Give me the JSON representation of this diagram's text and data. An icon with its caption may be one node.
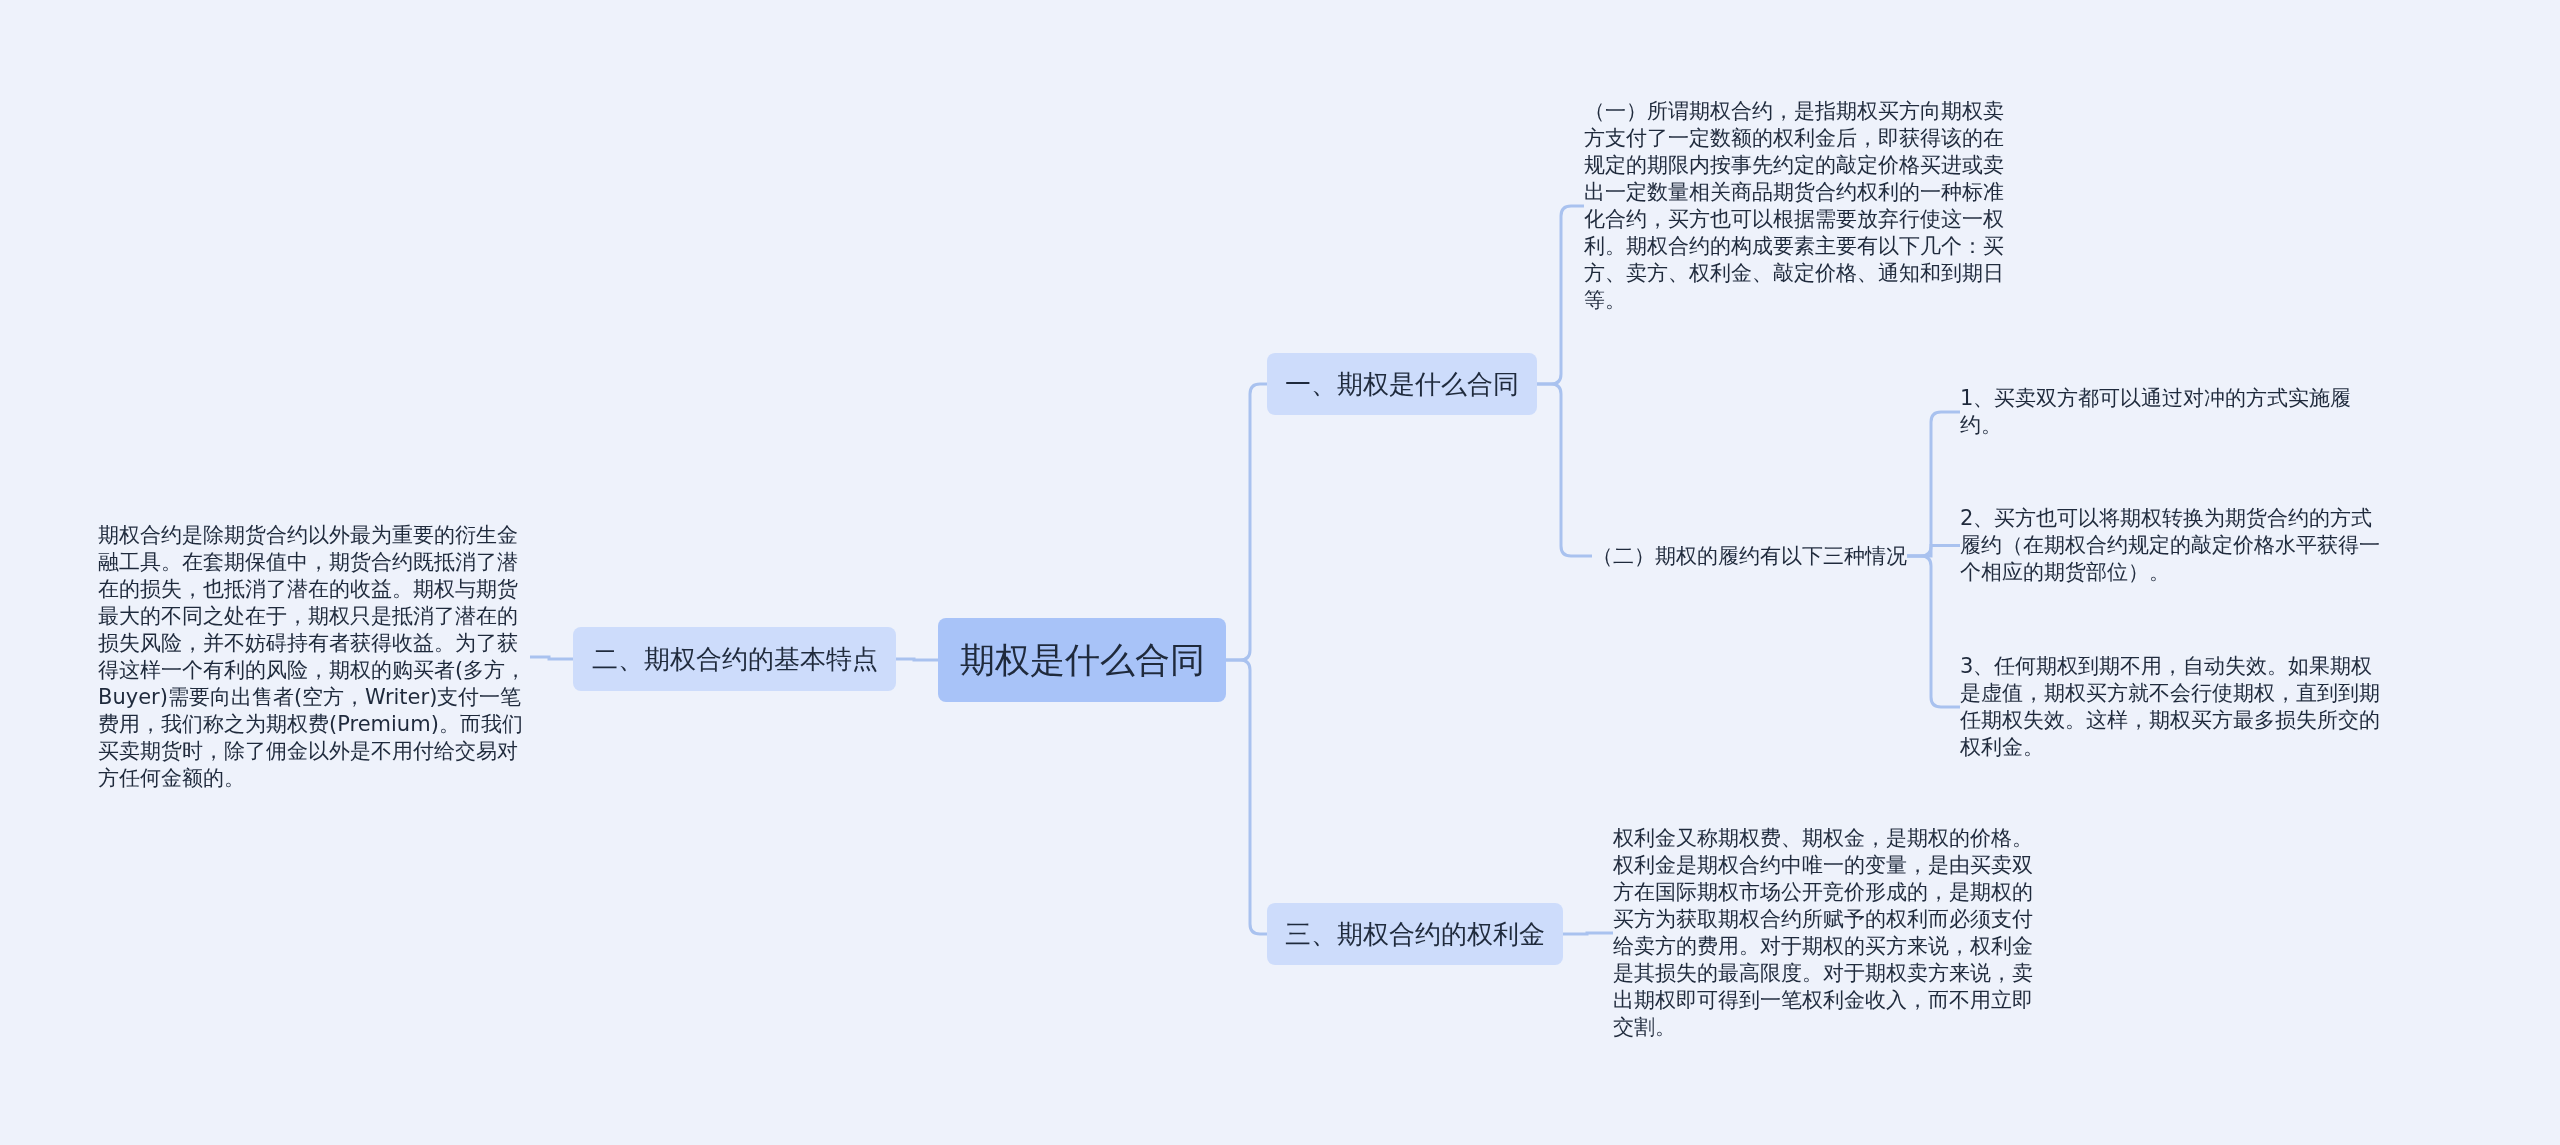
{
  "diagram": {
    "nodes": [
      {
        "text": [
          "期权是什么合同"
        ]
      },
      {
        "text": [
          "二、期权合约的基本特点"
        ]
      },
      {
        "text": [
          "期权合约是除期货合约以外最为重要的衍生金融工具。在套期保值中，期货合约既抵消了潜在的损失，也抵消了潜在的收益。期权与期货最大的不同之处在于，期权只是抵消了潜在的损失风险，并不妨碍持有者获得收益。为了获得这样一个有利的风险，期权的购买者(多方，Buyer)需要向出售者(空方，Writer)支付一笔费用，我们称之为期权费(Premium)。而我们买卖期货时，除了佣金以外是不用付给交易对方任何金额的。"
        ]
      },
      {
        "text": [
          "一、期权是什么合同"
        ]
      },
      {
        "text": [
          "（一）所谓期权合约，是指期权买方向期权卖方支付了一定数额的权利金后，即获得该的在规定的期限内按事先约定的敲定价格买进或卖出一定数量相关商品期货合约权利的一种标准化合约，买方也可以根据需要放弃行使这一权利。期权合约的构成要素主要有以下几个：买方、卖方、权利金、敲定价格、通知和到期日等。"
        ]
      },
      {
        "text": [
          "（二）期权的履约有以下三种情况"
        ]
      },
      {
        "text": [
          "1、买卖双方都可以通过对冲的方式实施履约。"
        ]
      },
      {
        "text": [
          "2、买方也可以将期权转换为期货合约的方式履约（在期权合约规定的敲定价格水平获得一个相应的期货部位）。"
        ]
      },
      {
        "text": [
          "3、任何期权到期不用，自动失效。如果期权是虚值，期权买方就不会行使期权，直到到期任期权失效。这样，期权买方最多损失所交的权利金。"
        ]
      },
      {
        "text": [
          "三、期权合约的权利金"
        ]
      },
      {
        "text": [
          "权利金又称期权费、期权金，是期权的价格。权利金是期权合约中唯一的变量，是由买卖双方在国际期权市场公开竞价形成的，是期权的买方为获取期权合约所赋予的权利而必须支付给卖方的费用。对于期权的买方来说，权利金是其损失的最高限度。对于期权卖方来说，卖出期权即可得到一笔权利金收入，而不用立即交割。"
        ]
      }
    ],
    "edges": [
      {
        "from": 0,
        "to": 1,
        "arrow": "none"
      },
      {
        "from": 1,
        "to": 2,
        "arrow": "none"
      },
      {
        "from": 0,
        "to": 3,
        "arrow": "none"
      },
      {
        "from": 3,
        "to": 4,
        "arrow": "none"
      },
      {
        "from": 3,
        "to": 5,
        "arrow": "none"
      },
      {
        "from": 5,
        "to": 6,
        "arrow": "none"
      },
      {
        "from": 5,
        "to": 7,
        "arrow": "none"
      },
      {
        "from": 5,
        "to": 8,
        "arrow": "none"
      },
      {
        "from": 0,
        "to": 9,
        "arrow": "none"
      },
      {
        "from": 9,
        "to": 10,
        "arrow": "none"
      }
    ]
  }
}
